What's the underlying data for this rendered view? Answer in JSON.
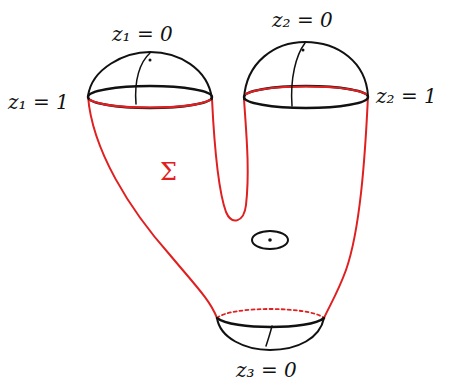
{
  "diagram": {
    "labels": [
      "z₁ = 0",
      "z₁ = 1",
      "z₂ = 0",
      "z₂ = 1",
      "Σ",
      "z₃ = 0"
    ]
  }
}
